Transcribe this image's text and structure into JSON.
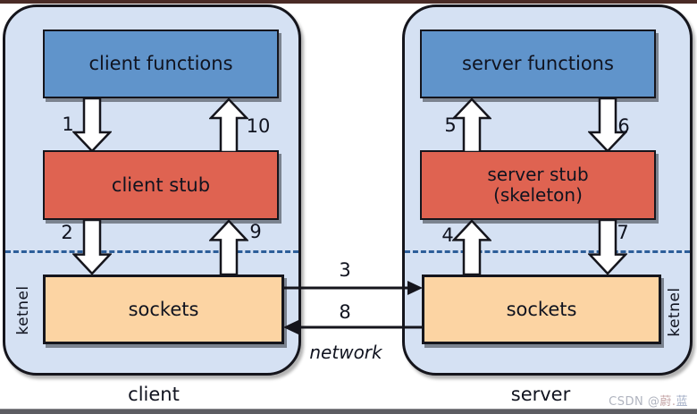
{
  "client": {
    "machine_label": "client",
    "functions_label": "client functions",
    "stub_label": "client stub",
    "sockets_label": "sockets",
    "kernel_label": "ketnel"
  },
  "server": {
    "machine_label": "server",
    "functions_label": "server functions",
    "stub_label_line1": "server stub",
    "stub_label_line2": "(skeleton)",
    "sockets_label": "sockets",
    "kernel_label": "ketnel"
  },
  "steps": {
    "s1": "1",
    "s2": "2",
    "s3": "3",
    "s4": "4",
    "s5": "5",
    "s6": "6",
    "s7": "7",
    "s8": "8",
    "s9": "9",
    "s10": "10"
  },
  "network_label": "network",
  "watermark": {
    "prefix": "CSDN @",
    "name_part1": "蔚.",
    "name_part2": "蓝"
  },
  "colors": {
    "machine_fill": "#d5e1f3",
    "functions_fill": "#6094cb",
    "stub_fill": "#df6351",
    "sockets_fill": "#fcd4a3",
    "dashed_line": "#2d5e99",
    "arrow_fill": "#ffffff",
    "outline": "#15151c",
    "top_line": "#4a2b26",
    "bottom_line": "#5d5d62",
    "watermark_text": "#b0b4bf"
  }
}
